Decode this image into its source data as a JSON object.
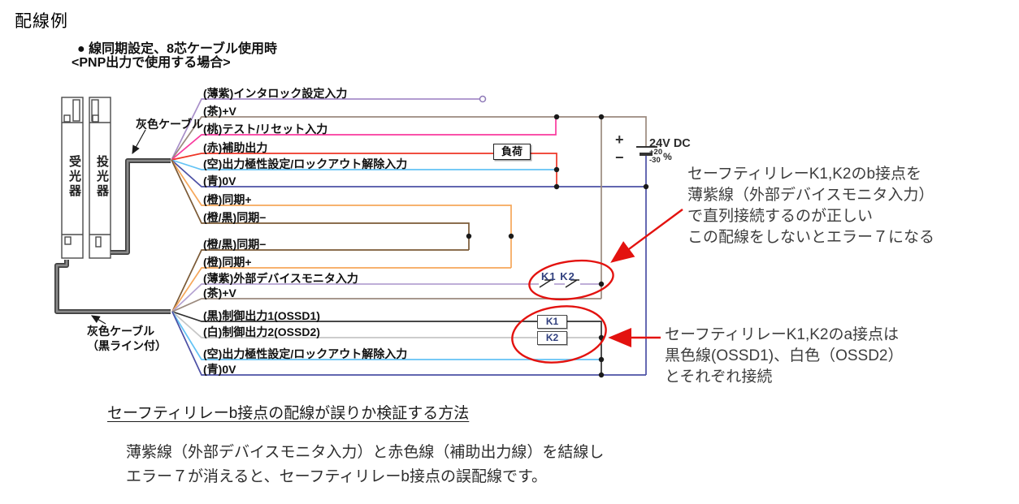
{
  "page": {
    "title": "配線例"
  },
  "header": {
    "bullet": "● 線同期設定、8芯ケーブル使用時",
    "sub": "<PNP出力で使用する場合>"
  },
  "devices": {
    "receiver": "受光器",
    "emitter": "投光器"
  },
  "cable_labels": {
    "top": "灰色ケーブル",
    "bottom_1": "灰色ケーブル",
    "bottom_2": "（黒ライン付）"
  },
  "wires": [
    {
      "id": "interlock",
      "label": "(薄紫)インタロック設定入力",
      "hex": "#a88fc9"
    },
    {
      "id": "plus-v-top",
      "label": "(茶)+V",
      "hex": "#9b8a7e"
    },
    {
      "id": "test-reset",
      "label": "(桃)テスト/リセット入力",
      "hex": "#f93a9e"
    },
    {
      "id": "aux-output",
      "label": "(赤)補助出力",
      "hex": "#ee3526"
    },
    {
      "id": "polarity-top",
      "label": "(空)出力極性設定/ロックアウト解除入力",
      "hex": "#63c3f5"
    },
    {
      "id": "zero-v-top",
      "label": "(青)0V",
      "hex": "#4c50a5"
    },
    {
      "id": "sync-plus-top",
      "label": "(橙)同期+",
      "hex": "#f6a75a"
    },
    {
      "id": "sync-minus-top",
      "label": "(橙/黒)同期−",
      "hex": "#7b5a36"
    },
    {
      "id": "sync-minus-bot",
      "label": "(橙/黒)同期−",
      "hex": "#7b5a36"
    },
    {
      "id": "sync-plus-bot",
      "label": "(橙)同期+",
      "hex": "#f6a75a"
    },
    {
      "id": "edm",
      "label": "(薄紫)外部デバイスモニタ入力",
      "hex": "#b5a3d2"
    },
    {
      "id": "plus-v-bot",
      "label": "(茶)+V",
      "hex": "#9b8a7e"
    },
    {
      "id": "ossd1",
      "label": "(黒)制御出力1(OSSD1)",
      "hex": "#2f2f2f"
    },
    {
      "id": "ossd2",
      "label": "(白)制御出力2(OSSD2)",
      "hex": "#c6c6c6"
    },
    {
      "id": "polarity-bot",
      "label": "(空)出力極性設定/ロックアウト解除入力",
      "hex": "#63c3f5"
    },
    {
      "id": "zero-v-bot",
      "label": "(青)0V",
      "hex": "#4c50a5"
    }
  ],
  "load_box": "負荷",
  "relay": {
    "contact_label": "K1 K2",
    "k1": "K1",
    "k2": "K2"
  },
  "power": {
    "plus": "+",
    "minus": "−",
    "voltage": "24V DC",
    "tol_plus": "+20",
    "tol_minus": "-30",
    "percent": "%"
  },
  "annotations": {
    "edm": [
      "セーフティリレーK1,K2のb接点を",
      "薄紫線（外部デバイスモニタ入力）",
      "で直列接続するのが正しい",
      "この配線をしないとエラー７になる"
    ],
    "ossd": [
      "セーフティリレーK1,K2のa接点は",
      "黒色線(OSSD1)、白色（OSSD2）",
      "とそれぞれ接続"
    ]
  },
  "footer": {
    "heading": "セーフティリレーb接点の配線が誤りか検証する方法",
    "body": [
      "薄紫線（外部デバイスモニタ入力）と赤色線（補助出力線）を結線し",
      "エラー７が消えると、セーフティリレーb接点の誤配線です。"
    ]
  },
  "colors": {
    "annotation_red": "#e3120f",
    "cable_gray": "#565656",
    "device_outline": "#4a4a4a"
  }
}
